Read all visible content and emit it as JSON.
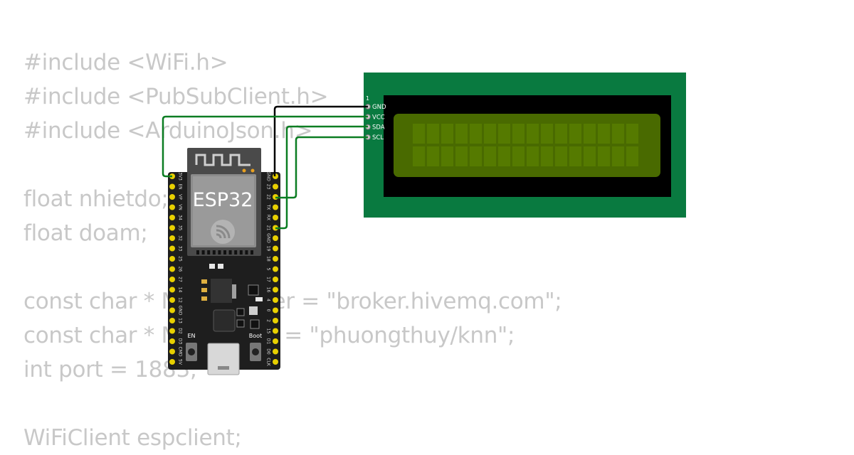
{
  "code_lines": [
    "#include <WiFi.h>",
    "#include <PubSubClient.h>",
    "#include <ArduinoJson.h>",
    "",
    "float nhietdo;",
    "float doam;",
    "",
    "const char * MQTTServer = \"broker.hivemq.com\";",
    "const char * MQTTTopic = \"phuongthuy/knn\";",
    "int port = 1883;",
    "",
    "WiFiClient espclient;"
  ],
  "esp32": {
    "label": "ESP32",
    "left_pins": [
      "3V3",
      "EN",
      "VP",
      "VN",
      "34",
      "35",
      "32",
      "33",
      "25",
      "26",
      "27",
      "14",
      "12",
      "GND",
      "13",
      "D2",
      "D3",
      "CMD",
      "5V"
    ],
    "right_pins": [
      "GND",
      "23",
      "22",
      "TX",
      "RX",
      "21",
      "GND",
      "19",
      "18",
      "5",
      "17",
      "16",
      "4",
      "0",
      "2",
      "15",
      "D1",
      "D0",
      "CLK"
    ],
    "en_label": "EN",
    "boot_label": "Boot"
  },
  "lcd": {
    "pin_number": "1",
    "pins": [
      "GND",
      "VCC",
      "SDA",
      "SCL"
    ],
    "rows": 2,
    "cols": 16
  },
  "colors": {
    "code_text": "#c8c8c8",
    "lcd_pcb": "#097a40",
    "lcd_screen": "#496a00",
    "wire_green": "#0b7d22",
    "wire_black": "#000000",
    "board": "#1e1e1e",
    "pin_gold": "#e8d000"
  }
}
